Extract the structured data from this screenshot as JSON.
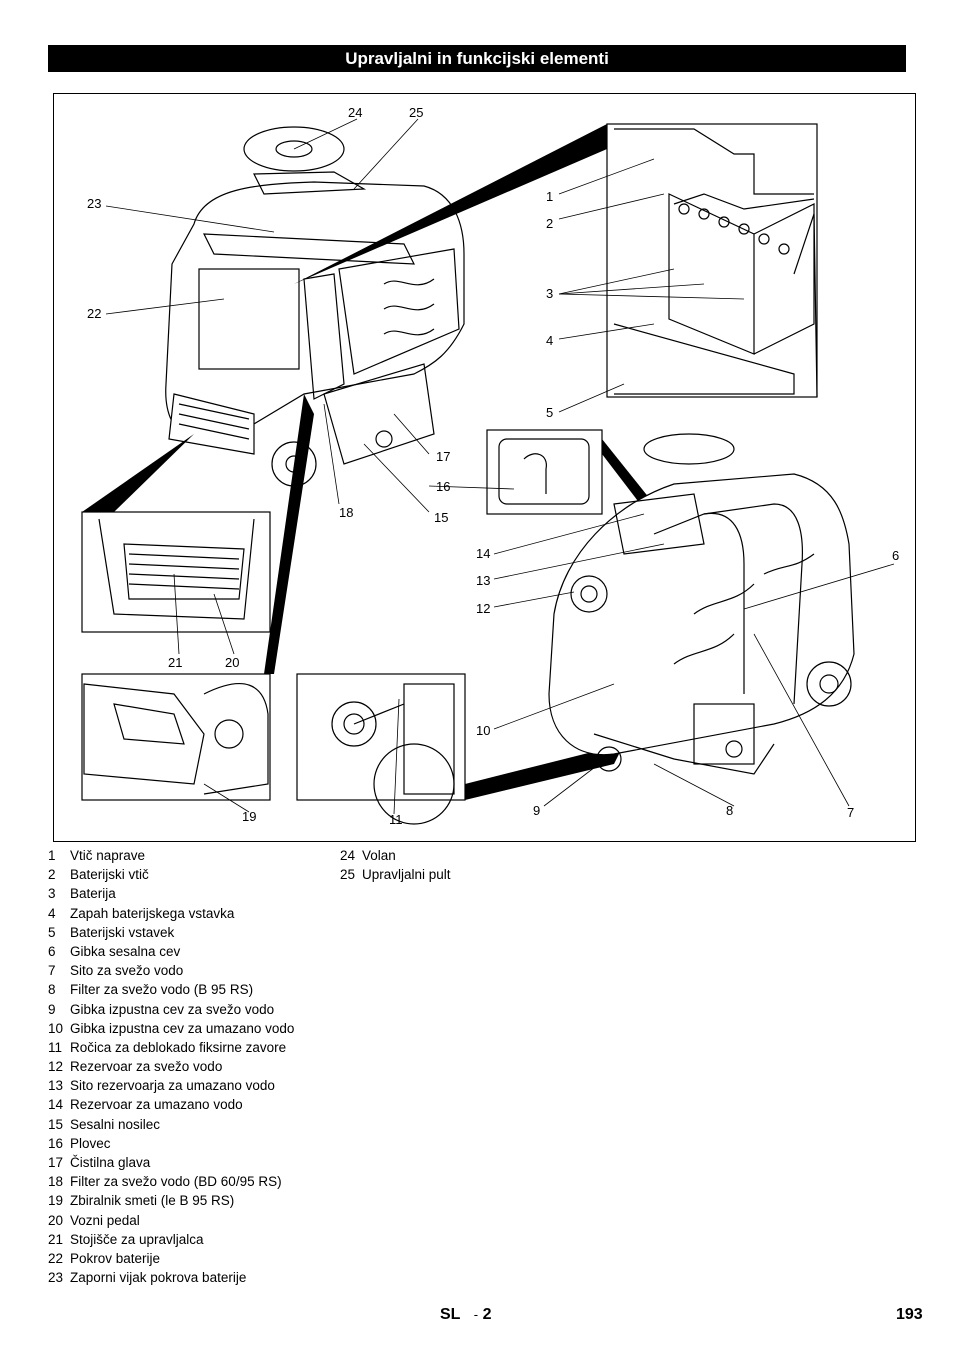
{
  "title": "Upravljalni in funkcijski elementi",
  "callouts": {
    "c1": "1",
    "c2": "2",
    "c3": "3",
    "c4": "4",
    "c5": "5",
    "c6": "6",
    "c7": "7",
    "c8": "8",
    "c9": "9",
    "c10": "10",
    "c11": "11",
    "c12": "12",
    "c13": "13",
    "c14": "14",
    "c15": "15",
    "c16": "16",
    "c17": "17",
    "c18": "18",
    "c19": "19",
    "c20": "20",
    "c21": "21",
    "c22": "22",
    "c23": "23",
    "c24": "24",
    "c25": "25"
  },
  "legend": [
    {
      "num": "1",
      "label": "Vtič naprave"
    },
    {
      "num": "2",
      "label": "Baterijski vtič"
    },
    {
      "num": "3",
      "label": "Baterija"
    },
    {
      "num": "4",
      "label": "Zapah baterijskega vstavka"
    },
    {
      "num": "5",
      "label": "Baterijski vstavek"
    },
    {
      "num": "6",
      "label": "Gibka sesalna cev"
    },
    {
      "num": "7",
      "label": "Sito za svežo vodo"
    },
    {
      "num": "8",
      "label": "Filter za svežo vodo (B 95 RS)"
    },
    {
      "num": "9",
      "label": "Gibka izpustna cev za svežo vodo"
    },
    {
      "num": "10",
      "label": "Gibka izpustna cev za umazano vodo"
    },
    {
      "num": "11",
      "label": "Ročica za deblokado fiksirne zavore"
    },
    {
      "num": "12",
      "label": "Rezervoar za svežo vodo"
    },
    {
      "num": "13",
      "label": "Sito rezervoarja za umazano vodo"
    },
    {
      "num": "14",
      "label": "Rezervoar za umazano vodo"
    },
    {
      "num": "15",
      "label": "Sesalni nosilec"
    },
    {
      "num": "16",
      "label": "Plovec"
    },
    {
      "num": "17",
      "label": "Čistilna glava"
    },
    {
      "num": "18",
      "label": "Filter za svežo vodo (BD 60/95 RS)"
    },
    {
      "num": "19",
      "label": "Zbiralnik smeti (le B 95 RS)"
    },
    {
      "num": "20",
      "label": "Vozni pedal"
    },
    {
      "num": "21",
      "label": "Stojišče za upravljalca"
    },
    {
      "num": "22",
      "label": "Pokrov baterije"
    },
    {
      "num": "23",
      "label": "Zaporni vijak pokrova baterije"
    },
    {
      "num": "24",
      "label": "Volan"
    },
    {
      "num": "25",
      "label": "Upravljalni pult"
    }
  ],
  "footer": {
    "lang": "SL",
    "sep": "-",
    "chapter": "2",
    "page": "193"
  }
}
